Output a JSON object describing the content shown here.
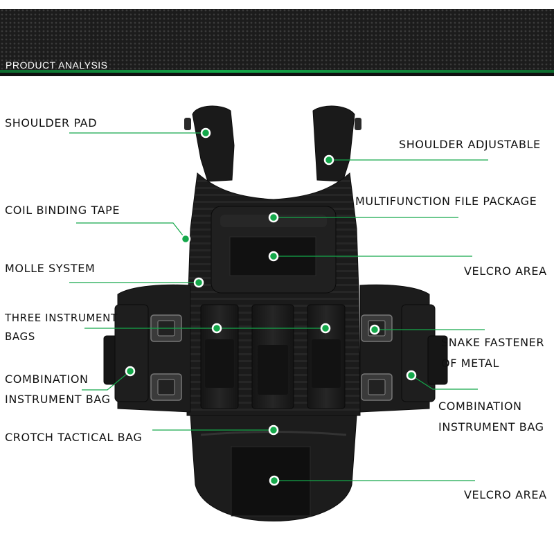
{
  "header": {
    "title": "PRODUCT ANALYSIS"
  },
  "labels": {
    "shoulder_pad": "SHOULDER PAD",
    "shoulder_adjustable": "SHOULDER ADJUSTABLE",
    "coil_binding_tape": "COIL BINDING TAPE",
    "multifunction_file_package": "MULTIFUNCTION FILE PACKAGE",
    "molle_system": "MOLLE SYSTEM",
    "velcro_area_top": "VELCRO AREA",
    "three_instrument_bags_l1": "THREE INSTRUMENT",
    "three_instrument_bags_l2": "BAGS",
    "snake_fastener_l1": "SNAKE FASTENER",
    "snake_fastener_l2": "OF METAL",
    "combination_left_l1": "COMBINATION",
    "combination_left_l2": "INSTRUMENT BAG",
    "combination_right_l1": "COMBINATION",
    "combination_right_l2": "INSTRUMENT BAG",
    "crotch_tactical_bag": "CROTCH TACTICAL BAG",
    "velcro_area_bottom": "VELCRO AREA"
  },
  "colors": {
    "accent_green": "#14a84a",
    "header_bg": "#1c1c1c",
    "vest_black": "#1a1a1a"
  }
}
